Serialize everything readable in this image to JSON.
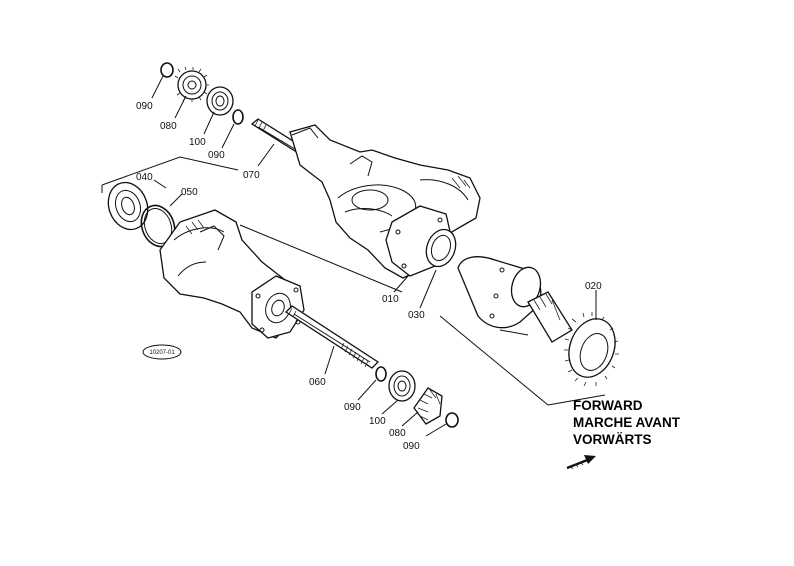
{
  "diagram": {
    "reference_code": "10207-01",
    "direction_label": [
      "FORWARD",
      "MARCHE AVANT",
      "VORWÄRTS"
    ],
    "part_labels": {
      "p090_a": "090",
      "p080_a": "080",
      "p100_a": "100",
      "p090_b": "090",
      "p070": "070",
      "p040": "040",
      "p050": "050",
      "p010": "010",
      "p030": "030",
      "p020": "020",
      "p060": "060",
      "p090_c": "090",
      "p100_b": "100",
      "p080_b": "080",
      "p090_d": "090"
    }
  }
}
